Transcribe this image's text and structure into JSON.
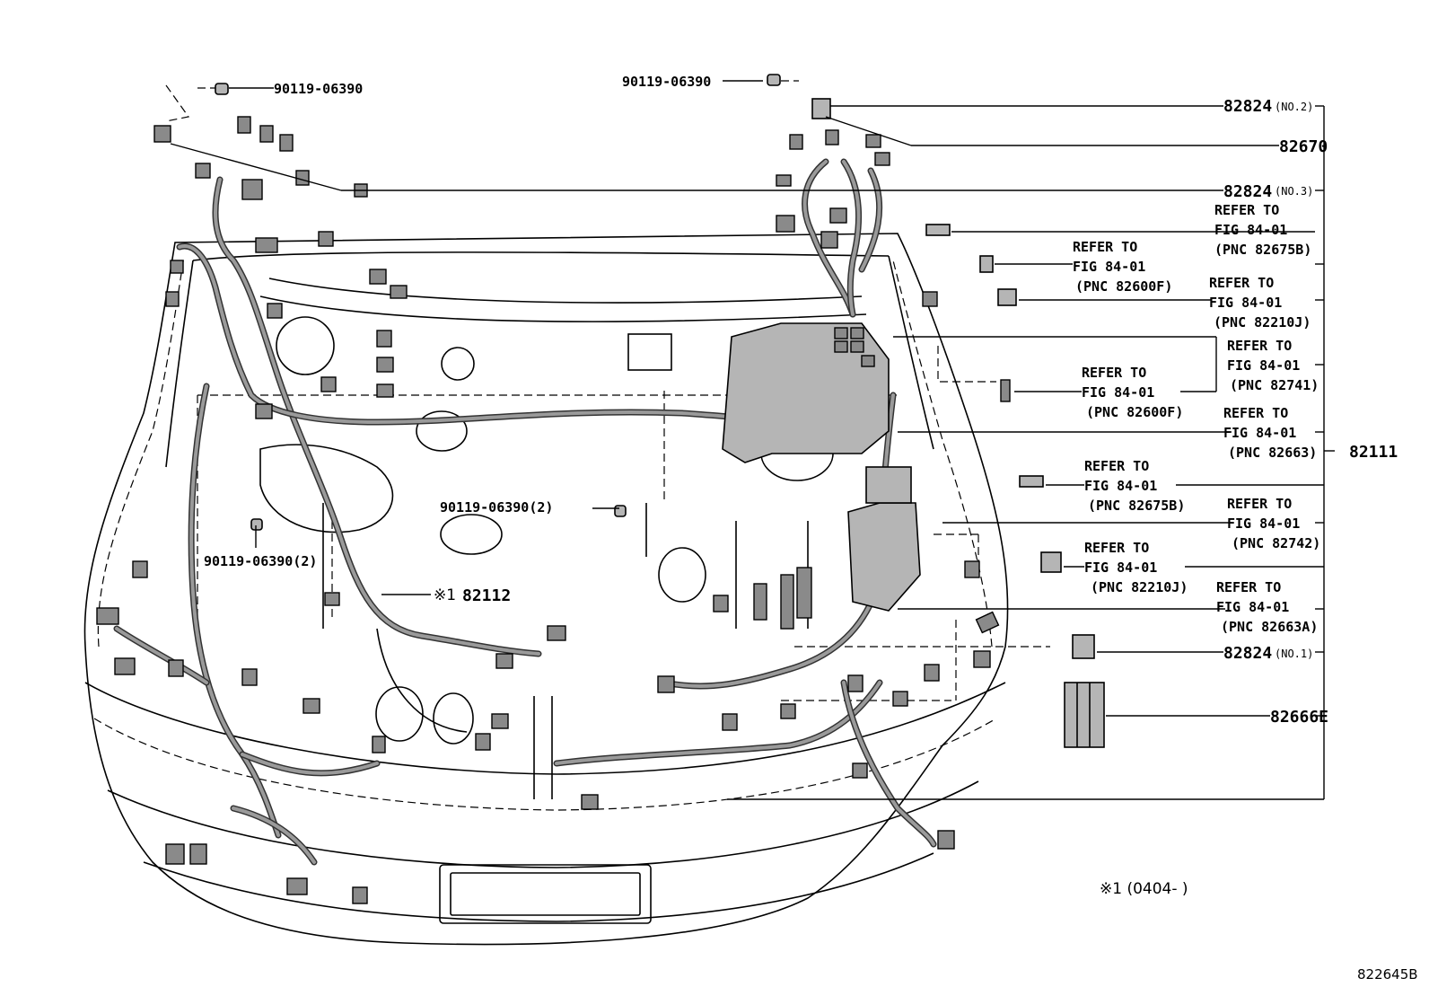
{
  "labels": {
    "bolt_top_left": "90119-06390",
    "bolt_top_center": "90119-06390",
    "bolt_mid_left": "90119-06390(2)",
    "bolt_mid_center": "90119-06390(2)",
    "p82824_no2": "82824",
    "p82824_no2_suffix": "(NO.2)",
    "p82670": "82670",
    "p82824_no3": "82824",
    "p82824_no3_suffix": "(NO.3)",
    "p82824_no1": "82824",
    "p82824_no1_suffix": "(NO.1)",
    "p82666e": "82666E",
    "p82111": "82111",
    "p82112": "82112",
    "note_mark": "※1",
    "footnote": "※1  (0404-    )",
    "diagram_code": "822645B"
  },
  "refs": [
    {
      "line1": "REFER TO",
      "line2": "FIG 84-01",
      "line3": "(PNC 82675B)"
    },
    {
      "line1": "REFER TO",
      "line2": "FIG 84-01",
      "line3": "(PNC 82600F)"
    },
    {
      "line1": "REFER TO",
      "line2": "FIG 84-01",
      "line3": "(PNC 82210J)"
    },
    {
      "line1": "REFER TO",
      "line2": "FIG 84-01",
      "line3": "(PNC 82741)"
    },
    {
      "line1": "REFER TO",
      "line2": "FIG 84-01",
      "line3": "(PNC 82600F)"
    },
    {
      "line1": "REFER TO",
      "line2": "FIG 84-01",
      "line3": "(PNC 82663)"
    },
    {
      "line1": "REFER TO",
      "line2": "FIG 84-01",
      "line3": "(PNC 82675B)"
    },
    {
      "line1": "REFER TO",
      "line2": "FIG 84-01",
      "line3": "(PNC 82742)"
    },
    {
      "line1": "REFER TO",
      "line2": "FIG 84-01",
      "line3": "(PNC 82210J)"
    },
    {
      "line1": "REFER TO",
      "line2": "FIG 84-01",
      "line3": "(PNC 82663A)"
    }
  ]
}
